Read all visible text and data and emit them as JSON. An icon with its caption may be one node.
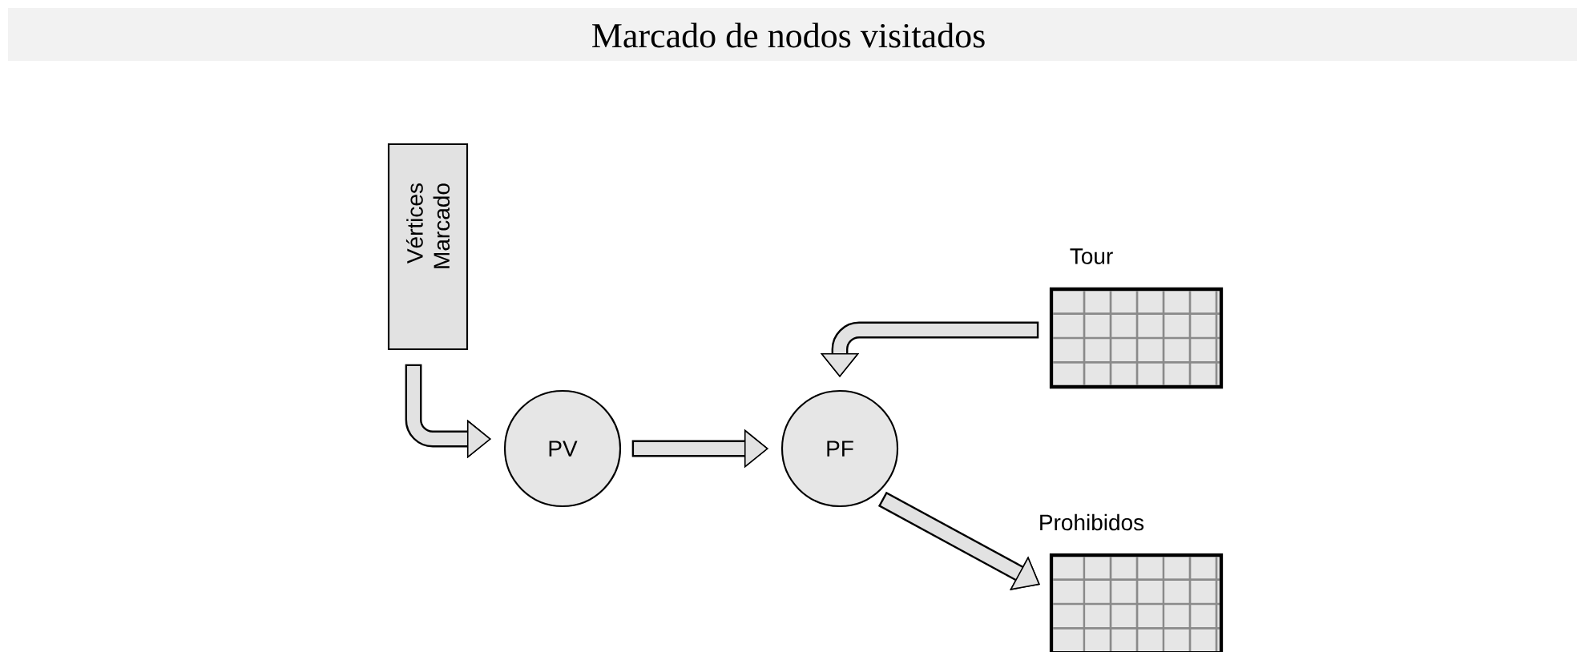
{
  "diagram": {
    "title": "Marcado de nodos visitados",
    "nodes": [
      {
        "text": [
          "Vértices Marcado"
        ]
      },
      {
        "text": [
          "PV"
        ]
      },
      {
        "text": [
          "PF"
        ]
      },
      {
        "text": [
          "Tour"
        ]
      },
      {
        "text": [
          "Prohibidos"
        ]
      }
    ],
    "edges": [
      {
        "from": 0,
        "to": 1,
        "arrow": "to"
      },
      {
        "from": 1,
        "to": 2,
        "arrow": "to"
      },
      {
        "from": 3,
        "to": 2,
        "arrow": "to"
      },
      {
        "from": 2,
        "to": 4,
        "arrow": "to"
      }
    ]
  }
}
